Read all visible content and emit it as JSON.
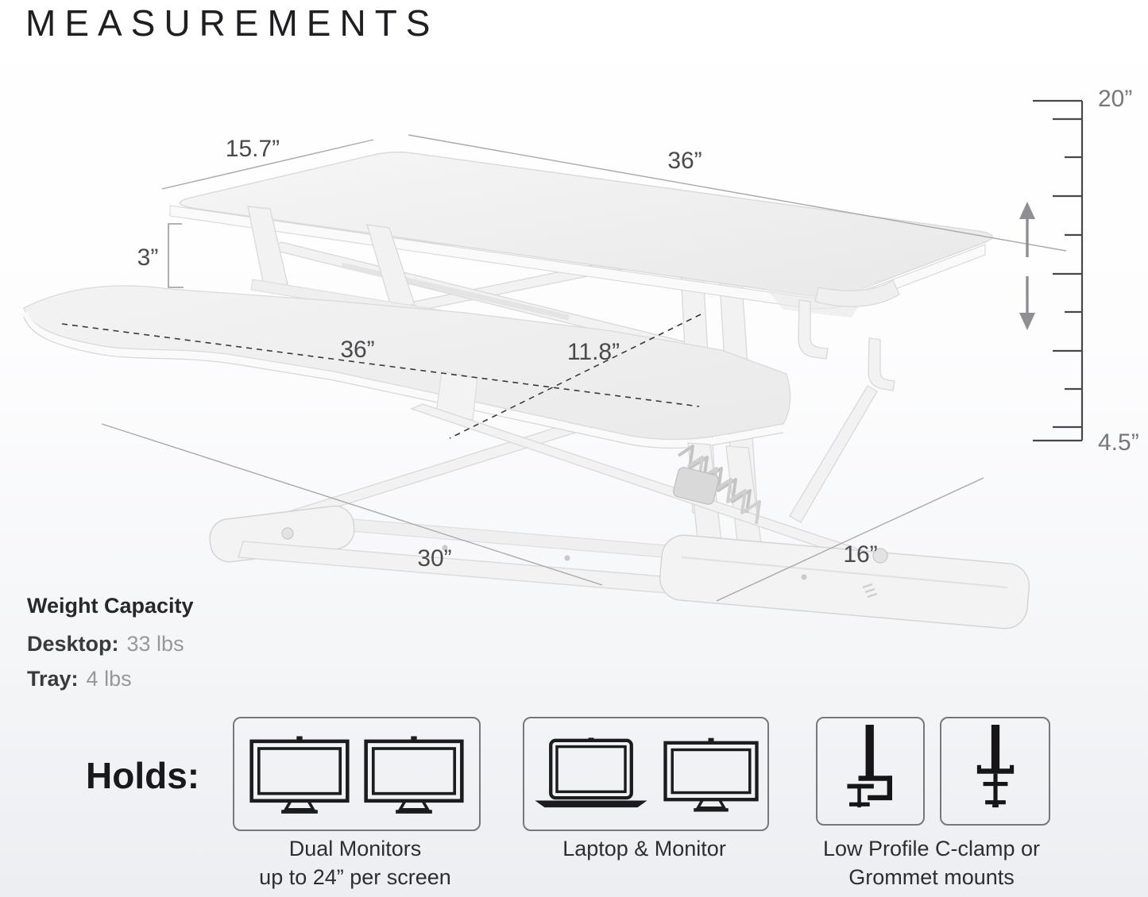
{
  "title": "MEASUREMENTS",
  "diagram": {
    "top_depth": "15.7”",
    "top_width": "36”",
    "riser_gap": "3”",
    "tray_width": "36”",
    "tray_depth": "11.8”",
    "base_length": "30”",
    "base_depth": "16”",
    "height_max": "20”",
    "height_min": "4.5”"
  },
  "weight_capacity": {
    "heading": "Weight Capacity",
    "rows": [
      {
        "label": "Desktop:",
        "value": "33 lbs"
      },
      {
        "label": "Tray:",
        "value": "4 lbs"
      }
    ]
  },
  "holds": {
    "heading": "Holds:",
    "items": [
      {
        "icons": [
          "monitor-icon",
          "monitor-icon"
        ],
        "caption": [
          "Dual Monitors",
          "up to 24” per screen"
        ]
      },
      {
        "icons": [
          "laptop-icon",
          "monitor-icon"
        ],
        "caption": [
          "Laptop & Monitor"
        ]
      },
      {
        "icons": [
          "c-clamp-icon",
          "grommet-mount-icon"
        ],
        "caption": [
          "Low Profile C-clamp or",
          "Grommet mounts"
        ]
      }
    ]
  }
}
